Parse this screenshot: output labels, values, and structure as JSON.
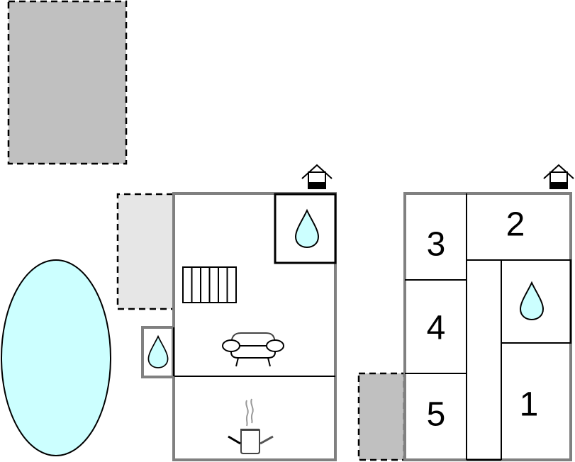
{
  "floorplan": {
    "rooms": [
      {
        "id": "room-1",
        "label": "1"
      },
      {
        "id": "room-2",
        "label": "2"
      },
      {
        "id": "room-3",
        "label": "3"
      },
      {
        "id": "room-4",
        "label": "4"
      },
      {
        "id": "room-5",
        "label": "5"
      }
    ],
    "icons": [
      "house-entrance-icon",
      "water-drop-icon",
      "stairs-icon",
      "sofa-icon",
      "cooking-pot-icon",
      "pool"
    ],
    "colors": {
      "wall": "#808080",
      "terrace": "#c0c0c0",
      "terrace_light": "#e6e6e6",
      "water": "#ccffff"
    }
  }
}
